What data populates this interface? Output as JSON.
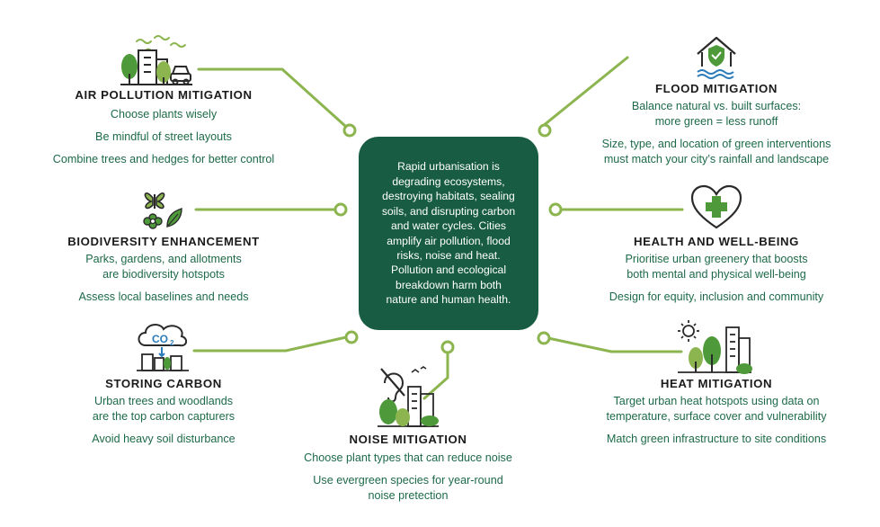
{
  "center": {
    "lines": [
      "Rapid urbanisation is",
      "degrading ecosystems,",
      "destroying habitats, sealing",
      "soils, and disrupting carbon",
      "and water cycles. Cities",
      "amplify air pollution, flood",
      "risks, noise and heat.",
      "Pollution and ecological",
      "breakdown harm both",
      "nature and human health."
    ]
  },
  "topics": {
    "air": {
      "title": "AIR POLLUTION MITIGATION",
      "points": [
        "Choose plants wisely",
        "Be mindful of street layouts",
        "Combine trees and hedges for better control"
      ],
      "icon": "city-trees-car-icon"
    },
    "biodiversity": {
      "title": "BIODIVERSITY ENHANCEMENT",
      "points": [
        "Parks, gardens, and allotments",
        "are biodiversity hotspots",
        "Assess local baselines and needs"
      ],
      "icon": "butterfly-flower-leaf-icon"
    },
    "carbon": {
      "title": "STORING CARBON",
      "points": [
        "Urban trees and woodlands",
        "are the top carbon capturers",
        "Avoid heavy soil disturbance"
      ],
      "icon": "co2-cloud-city-icon",
      "icon_text": "CO",
      "icon_subscript": "2"
    },
    "noise": {
      "title": "NOISE MITIGATION",
      "points": [
        "Choose plant types that can reduce noise",
        "Use evergreen species for year-round",
        "noise pretection"
      ],
      "icon": "muted-ear-city-icon"
    },
    "flood": {
      "title": "FLOOD MITIGATION",
      "points": [
        "Balance natural vs. built surfaces:",
        "more green = less runoff",
        "Size, type, and location of green interventions",
        "must match your city’s rainfall and landscape"
      ],
      "icon": "house-shield-water-icon"
    },
    "health": {
      "title": "HEALTH AND WELL-BEING",
      "points": [
        "Prioritise urban greenery that boosts",
        "both mental and physical well-being",
        "Design for equity, inclusion and community"
      ],
      "icon": "heart-cross-icon"
    },
    "heat": {
      "title": "HEAT MITIGATION",
      "points": [
        "Target urban heat hotspots using data on",
        "temperature, surface cover and vulnerability",
        "Match green infrastructure to site conditions"
      ],
      "icon": "sun-trees-city-icon"
    }
  },
  "colors": {
    "center_box": "#175c43",
    "connector": "#8cb550",
    "point_text": "#1d6a4a",
    "title_text": "#1b1b1b",
    "icon_dark": "#2a2a2a",
    "icon_green": "#4e9a3a"
  }
}
